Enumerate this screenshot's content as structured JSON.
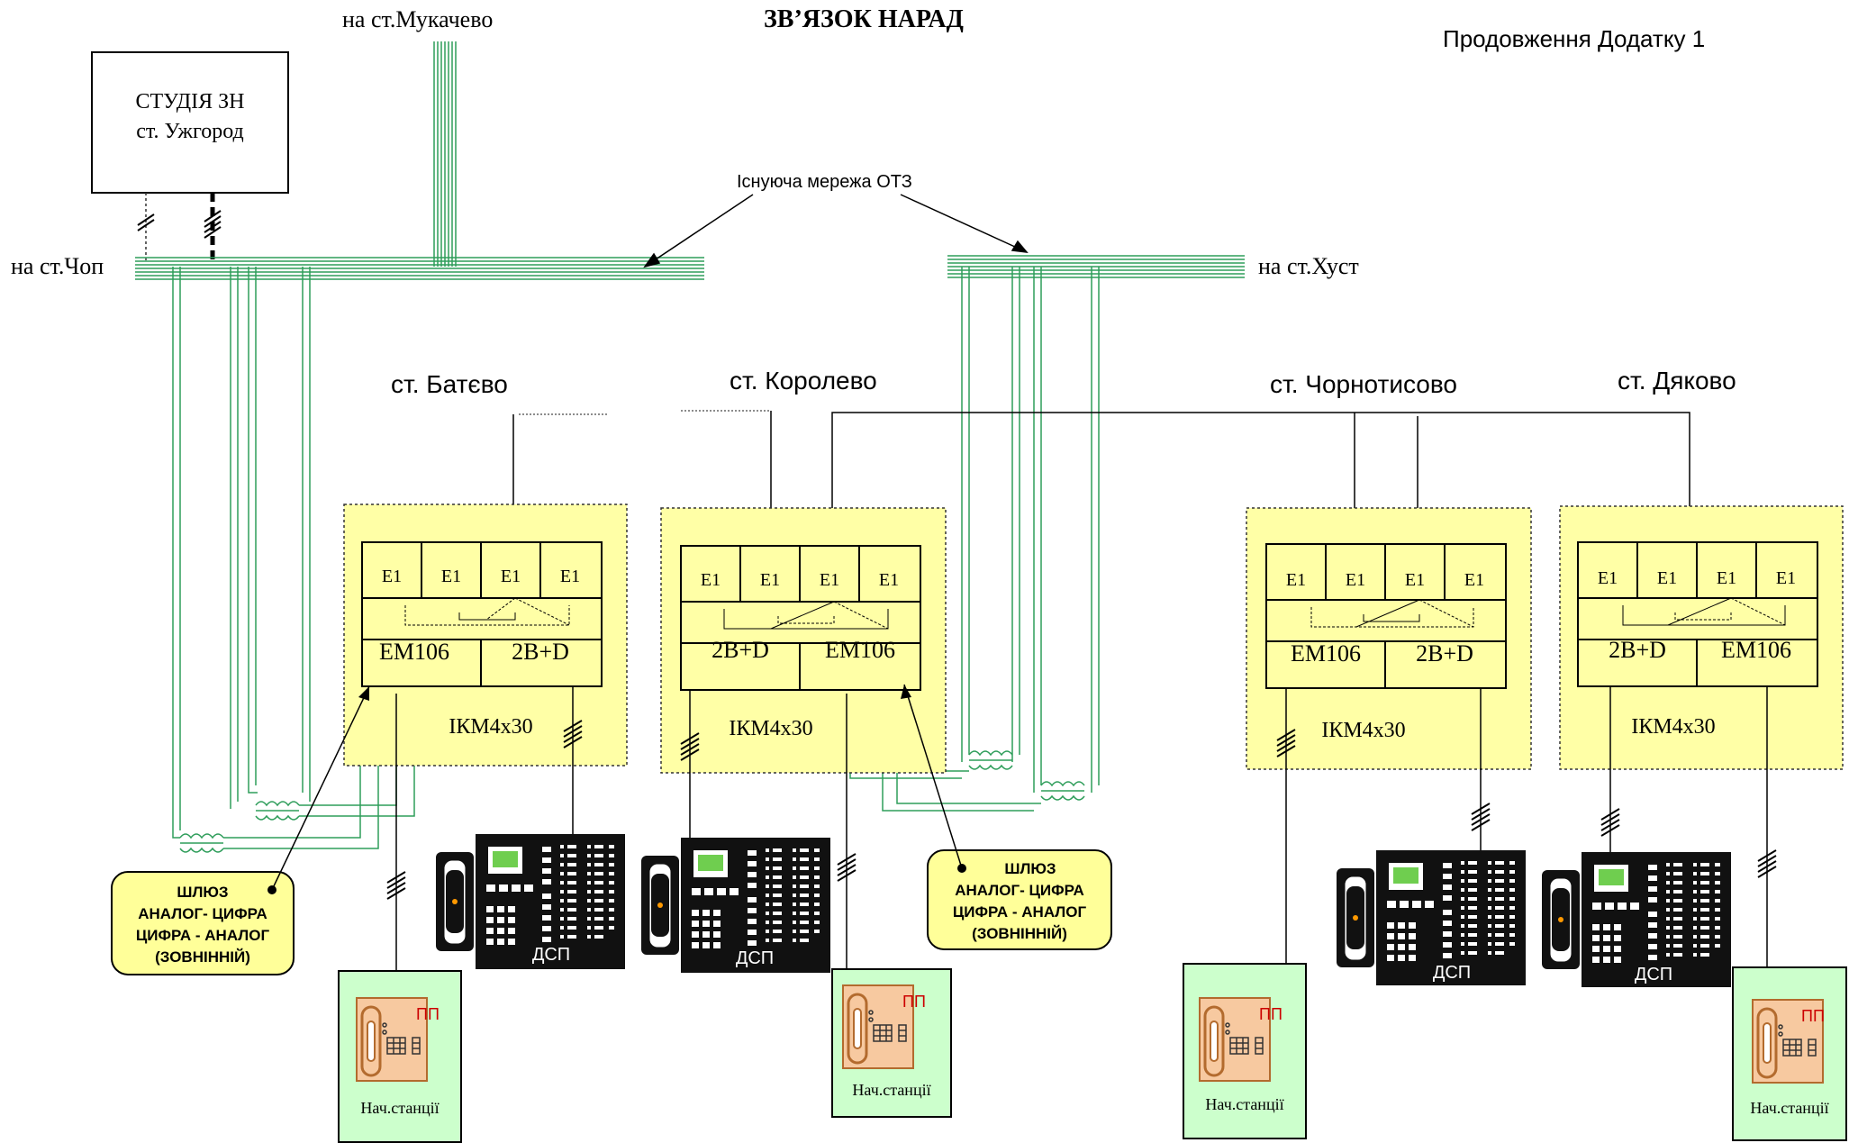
{
  "header": {
    "title": "ЗВ’ЯЗОК  НАРАД",
    "appendix": "Продовження Додатку 1",
    "to_mukachevo": "на ст.Мукачево"
  },
  "studio": {
    "line1": "СТУДІЯ  ЗН",
    "line2": "ст. Ужгород"
  },
  "network": {
    "label": "Існуюча мережа ОТЗ",
    "to_chop": "на ст.Чоп",
    "to_khust": "на ст.Хуст"
  },
  "stations": [
    {
      "name": "ст. Батєво",
      "e1": [
        "E1",
        "E1",
        "E1",
        "E1"
      ],
      "lower_left": "EM106",
      "lower_right": "2B+D",
      "ikm": "ІКМ4х30"
    },
    {
      "name": "ст. Королево",
      "e1": [
        "E1",
        "E1",
        "E1",
        "E1"
      ],
      "lower_left": "2B+D",
      "lower_right": "EM106",
      "ikm": "ІКМ4х30"
    },
    {
      "name": "ст. Чорнотисово",
      "e1": [
        "E1",
        "E1",
        "E1",
        "E1"
      ],
      "lower_left": "EM106",
      "lower_right": "2B+D",
      "ikm": "ІКМ4х30"
    },
    {
      "name": "ст. Дяково",
      "e1": [
        "E1",
        "E1",
        "E1",
        "E1"
      ],
      "lower_left": "2B+D",
      "lower_right": "EM106",
      "ikm": "ІКМ4х30"
    }
  ],
  "gateway": {
    "line1": "ШЛЮЗ",
    "line2": "АНАЛОГ- ЦИФРА",
    "line3": "ЦИФРА - АНАЛОГ",
    "line4": "(ЗОВНІННІЙ)"
  },
  "dsp_label": "ДСП",
  "pp_label": "ПП",
  "chief_label": "Нач.станції",
  "colors": {
    "green_line": "#2e9d5a",
    "yellow_box": "#ffffa6",
    "green_box": "#ccffcc",
    "phone_peach": "#f7c9a0",
    "gateway_fill": "#ffff99"
  }
}
